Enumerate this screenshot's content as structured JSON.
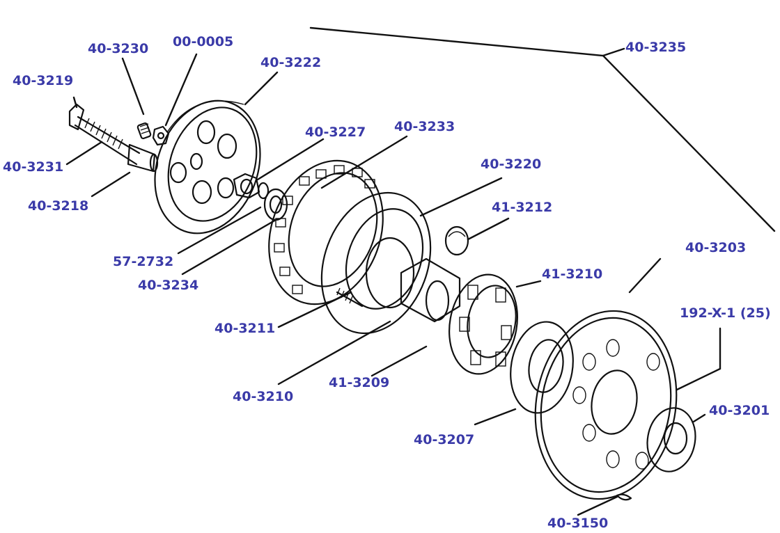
{
  "colors": {
    "label": "#3a3aa8",
    "ink": "#111111",
    "background": "#ffffff"
  },
  "labels": {
    "p_40_3235": "40-3235",
    "p_40_3230": "40-3230",
    "p_00_0005": "00-0005",
    "p_40_3222": "40-3222",
    "p_40_3219": "40-3219",
    "p_40_3231": "40-3231",
    "p_40_3218": "40-3218",
    "p_40_3227": "40-3227",
    "p_40_3233": "40-3233",
    "p_40_3220": "40-3220",
    "p_41_3212": "41-3212",
    "p_57_2732": "57-2732",
    "p_40_3234": "40-3234",
    "p_40_3203": "40-3203",
    "p_41_3210": "41-3210",
    "p_192_x_1": "192-X-1 (25)",
    "p_40_3211": "40-3211",
    "p_41_3209": "41-3209",
    "p_40_3210": "40-3210",
    "p_40_3201": "40-3201",
    "p_40_3207": "40-3207",
    "p_40_3150": "40-3150"
  }
}
